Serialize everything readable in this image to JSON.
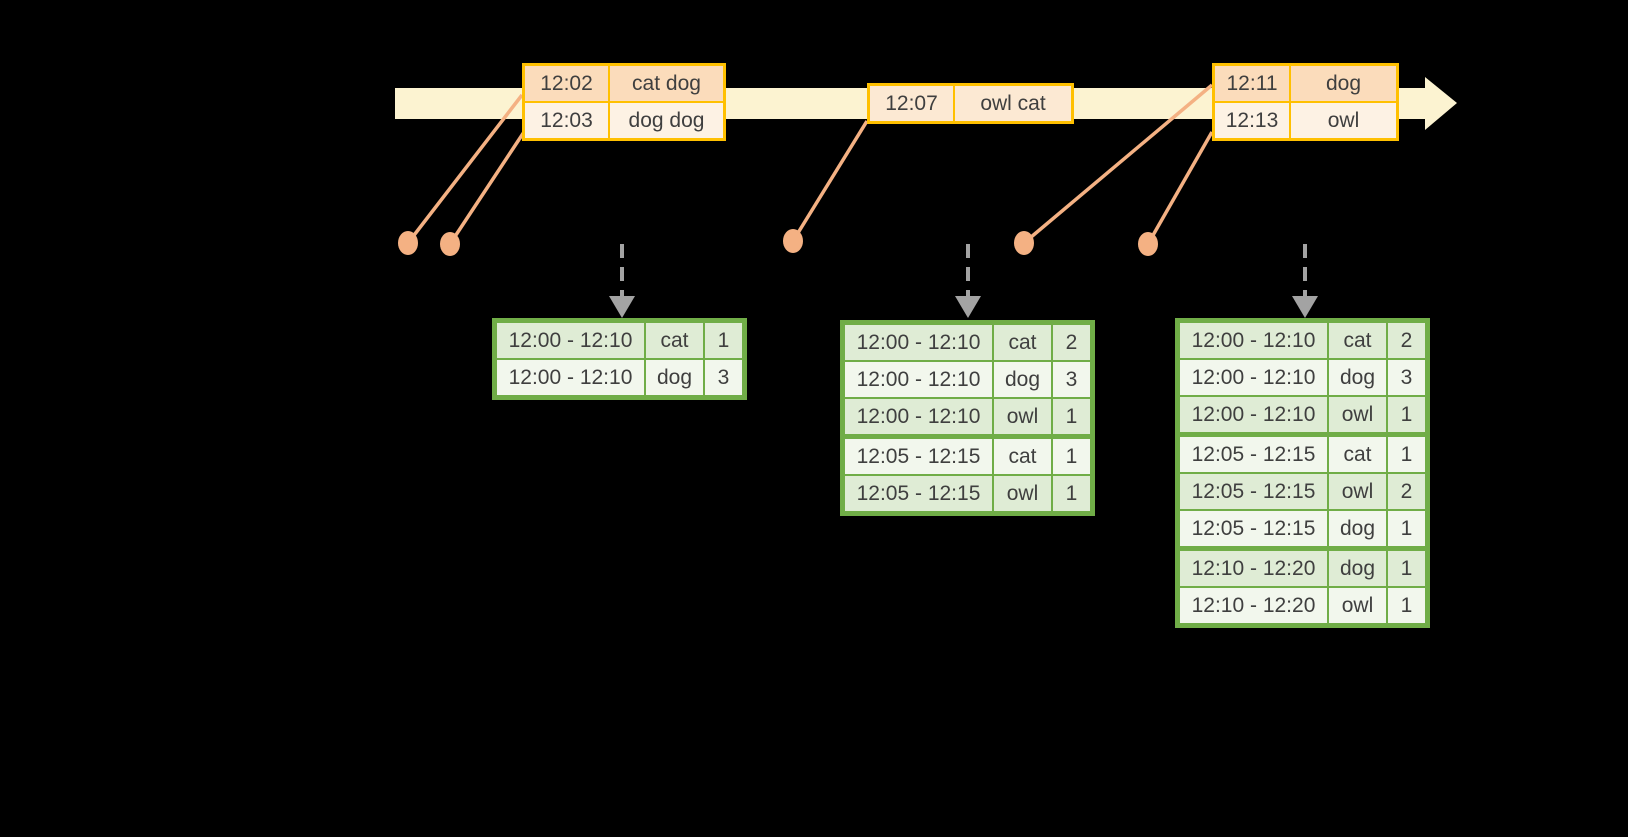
{
  "colors": {
    "background": "#000000",
    "timeline_band": "#FCF3D1",
    "gold_border": "#FFC000",
    "peach_dark": "#FBDCBB",
    "peach_light": "#FDF2E4",
    "peach_mid": "#FCE9D3",
    "salmon": "#F4B183",
    "green_border": "#70AD47",
    "green_dark": "#DFECD5",
    "green_light": "#F2F7ED",
    "arrow_gray": "#A3A3A3",
    "text": "#3F3F3F"
  },
  "timeline": {
    "event_tables": [
      {
        "rows": [
          [
            "12:02",
            "cat dog"
          ],
          [
            "12:03",
            "dog dog"
          ]
        ],
        "shades": [
          "dark",
          "light"
        ]
      },
      {
        "rows": [
          [
            "12:07",
            "owl cat"
          ]
        ],
        "shades": [
          "mid"
        ]
      },
      {
        "rows": [
          [
            "12:11",
            "dog"
          ],
          [
            "12:13",
            "owl"
          ]
        ],
        "shades": [
          "dark",
          "light"
        ]
      }
    ]
  },
  "result_tables": [
    {
      "rows": [
        [
          "12:00 - 12:10",
          "cat",
          "1"
        ],
        [
          "12:00 - 12:10",
          "dog",
          "3"
        ]
      ],
      "shades": [
        "dark",
        "light"
      ]
    },
    {
      "rows": [
        [
          "12:00 - 12:10",
          "cat",
          "2"
        ],
        [
          "12:00 - 12:10",
          "dog",
          "3"
        ],
        [
          "12:00 - 12:10",
          "owl",
          "1"
        ],
        [
          "12:05 - 12:15",
          "cat",
          "1"
        ],
        [
          "12:05 - 12:15",
          "owl",
          "1"
        ]
      ],
      "shades": [
        "dark",
        "light",
        "dark",
        "light",
        "dark"
      ]
    },
    {
      "rows": [
        [
          "12:00 - 12:10",
          "cat",
          "2"
        ],
        [
          "12:00 - 12:10",
          "dog",
          "3"
        ],
        [
          "12:00 - 12:10",
          "owl",
          "1"
        ],
        [
          "12:05 - 12:15",
          "cat",
          "1"
        ],
        [
          "12:05 - 12:15",
          "owl",
          "2"
        ],
        [
          "12:05 - 12:15",
          "dog",
          "1"
        ],
        [
          "12:10 - 12:20",
          "dog",
          "1"
        ],
        [
          "12:10 - 12:20",
          "owl",
          "1"
        ]
      ],
      "shades": [
        "dark",
        "light",
        "dark",
        "light",
        "dark",
        "light",
        "dark",
        "light"
      ]
    }
  ]
}
